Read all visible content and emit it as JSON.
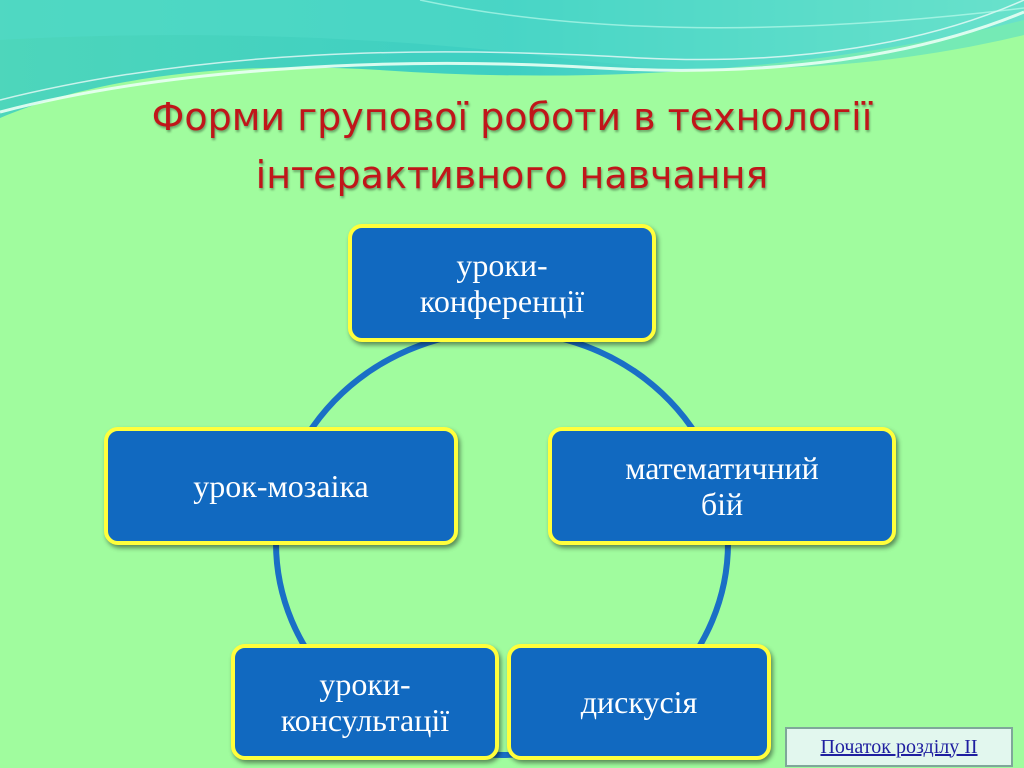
{
  "title": {
    "line1": "Форми групової роботи в технології",
    "line2": "інтерактивного навчання"
  },
  "cycle": {
    "nodes": [
      {
        "line1": "уроки-",
        "line2": "конференції"
      },
      {
        "line1": "математичний",
        "line2": "бій"
      },
      {
        "line1": "дискусія"
      },
      {
        "line1": "уроки-",
        "line2": "консультації"
      },
      {
        "line1": "урок-мозаіка"
      }
    ]
  },
  "nav": {
    "section_link": "Початок розділу ІІ"
  },
  "colors": {
    "background": "#a0fc9e",
    "title": "#c0161a",
    "node_fill": "#1169c0",
    "node_border": "#ffff3c",
    "connector": "#1a6fc6"
  }
}
